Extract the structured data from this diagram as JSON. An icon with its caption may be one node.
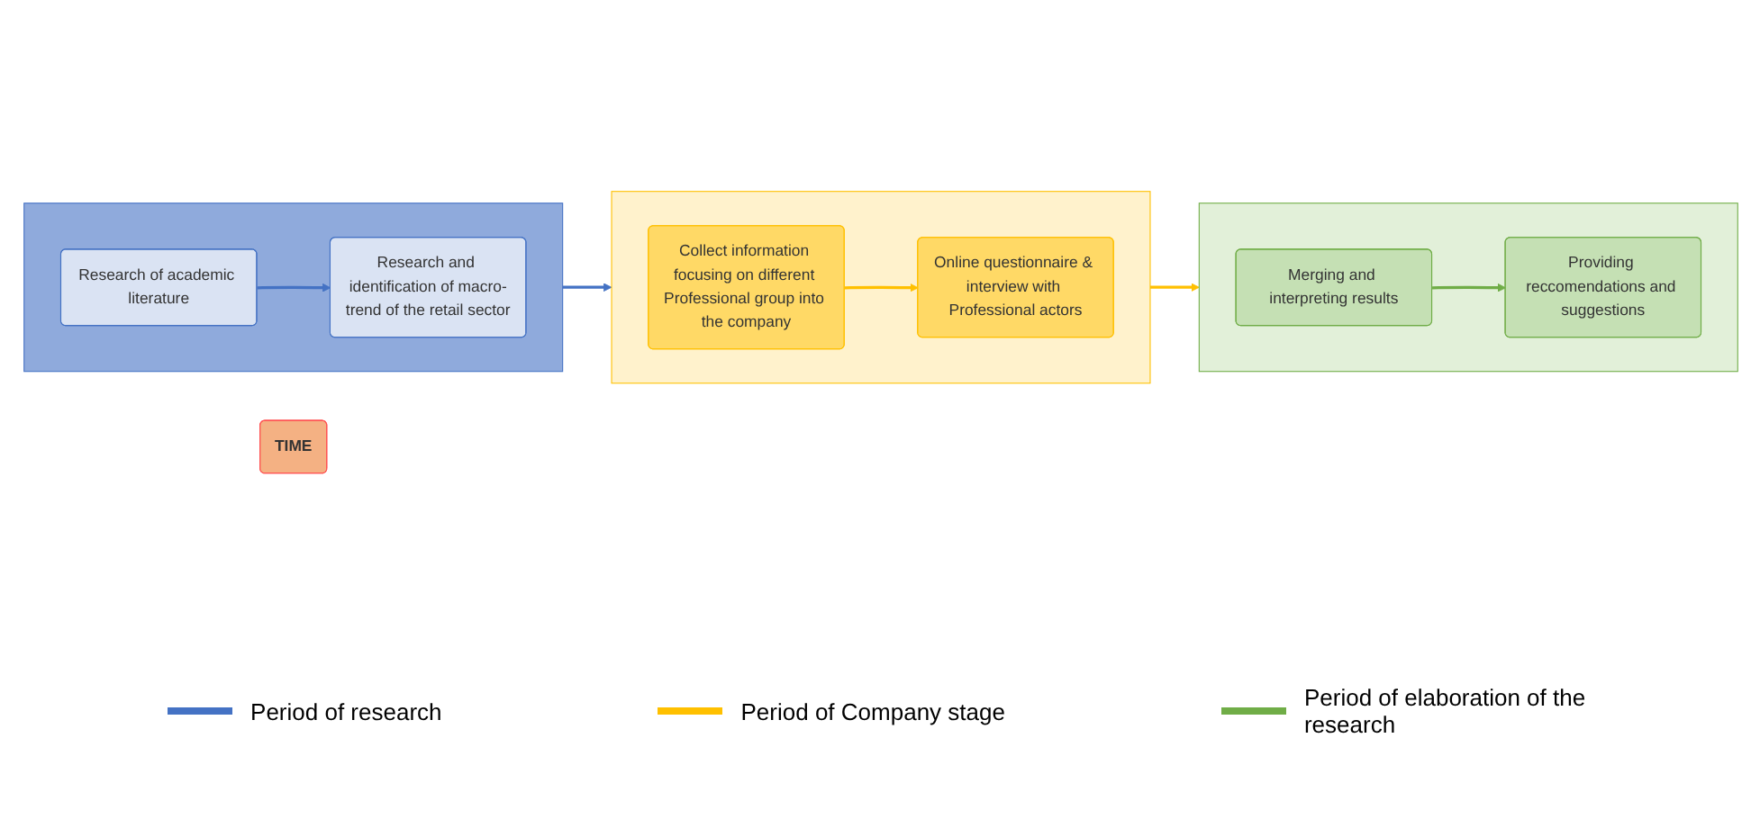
{
  "diagram": {
    "nodes": [
      {
        "text": [],
        "shape": "box"
      },
      {
        "text": [
          "Research of academic literature"
        ],
        "in": 0
      },
      {
        "text": [
          "Research and identification of macro-trend of the retail sector"
        ],
        "in": 0
      },
      {
        "text": [],
        "shape": "box"
      },
      {
        "text": [
          "Collect information focusing on different Professional group into the company"
        ],
        "in": 3
      },
      {
        "text": [
          "Online questionnaire & interview with Professional actors"
        ],
        "in": 3
      },
      {
        "text": [],
        "shape": "box"
      },
      {
        "text": [
          "Merging and interpreting results"
        ],
        "in": 6
      },
      {
        "text": [
          "Providing reccomendations and suggestions"
        ],
        "in": 6
      },
      {
        "text": [
          "TIME"
        ]
      }
    ],
    "edges": [
      {
        "from": 1,
        "to": 2,
        "arrow": "to"
      },
      {
        "from": 0,
        "to": 3,
        "arrow": "to"
      },
      {
        "from": 4,
        "to": 5,
        "arrow": "to",
        "color": "#ffc000"
      },
      {
        "from": 3,
        "to": 6,
        "arrow": "to",
        "color": "#ffc000"
      },
      {
        "from": 7,
        "to": 8,
        "arrow": "to",
        "color": "#70ad47"
      }
    ],
    "legend": [
      {
        "text": "Period of research"
      },
      {
        "text": "Period of Company stage"
      },
      {
        "text": "Period of elaboration of the research"
      }
    ]
  }
}
